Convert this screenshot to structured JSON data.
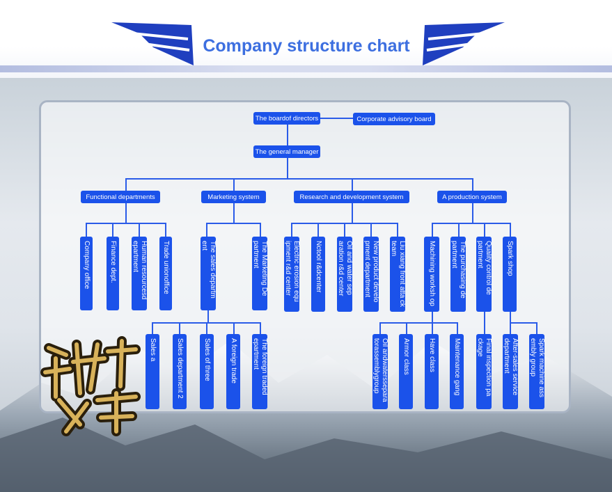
{
  "title": "Company structure chart",
  "colors": {
    "node": "#1b52ea",
    "line": "#2a5be8",
    "title": "#3d6fe0",
    "wing": "#1f3fbf"
  },
  "board": "The boardof directors",
  "advisory": "Corporate advisory board",
  "gm": "The general manager",
  "divisions": {
    "functional": {
      "label": "Functional departments",
      "children": [
        "Company office",
        "Finance dept.",
        "Human resourcesd epartment",
        "Trade unionoffice"
      ]
    },
    "marketing": {
      "label": "Marketing system",
      "children": [
        "The sales departm ent",
        "The Marketing De partment"
      ],
      "sales_children": [
        "Sales a",
        "Sales department 2",
        "Sales of three",
        "A foreign trade",
        "The foreign traded epartment"
      ]
    },
    "rnd": {
      "label": "Research and development system",
      "children": [
        "Electric erosion equ ipment r&d center",
        "Nctool r&dcenter",
        "Oil and water sep aration r&d center",
        "New product develo pment department",
        "Liu xiang front atta ck team"
      ]
    },
    "production": {
      "label": "A production system",
      "children": [
        "Machining worksh op",
        "The purchasing de partment",
        "Quality control de partment",
        "Spark shop"
      ],
      "machining_children": [
        "Oil andwaterssepara torassemblygroup",
        "Armor class",
        "Have class",
        "Maintenance gang"
      ],
      "qc_children": [
        "Final inspection pa ckage"
      ],
      "spark_children": [
        "After-sales service department",
        "Spark machine ass embly group"
      ]
    }
  }
}
